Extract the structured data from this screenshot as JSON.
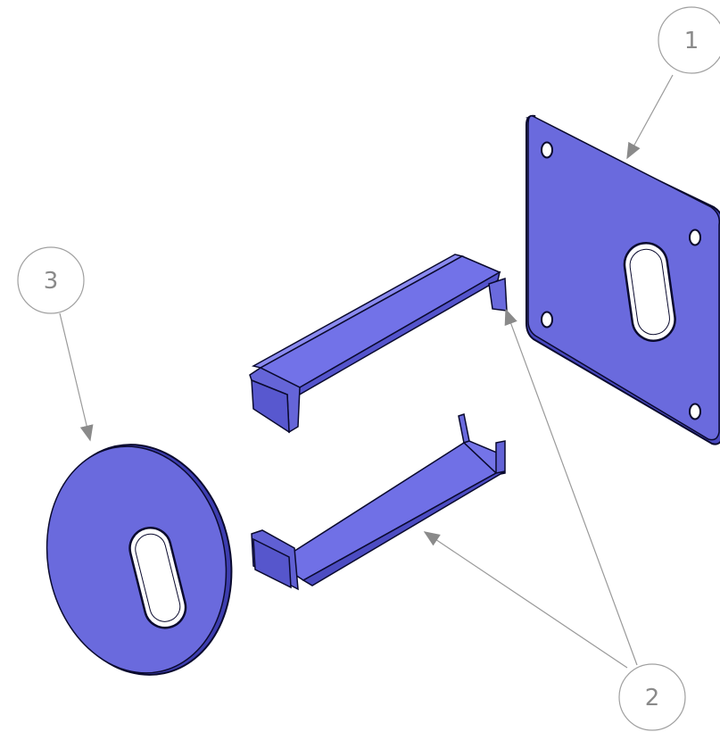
{
  "colors": {
    "part_fill": "#6c6cde",
    "part_fill_light": "#7676ea",
    "part_fill_dark": "#4d4dc4",
    "edge": "#0a0a2e",
    "leader": "#9a9a9a",
    "balloon_text": "#8a8a8a"
  },
  "balloons": [
    {
      "id": "balloon-1",
      "label": "1"
    },
    {
      "id": "balloon-2",
      "label": "2"
    },
    {
      "id": "balloon-3",
      "label": "3"
    }
  ]
}
